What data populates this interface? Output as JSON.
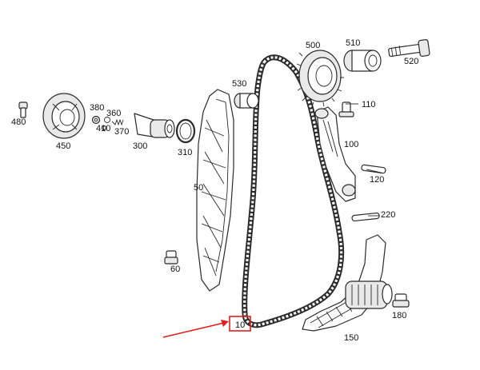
{
  "labels": {
    "p10": "10",
    "p50": "50",
    "p60": "60",
    "p100": "100",
    "p110": "110",
    "p120": "120",
    "p150": "150",
    "p180": "180",
    "p220": "220",
    "p300": "300",
    "p310": "310",
    "p360": "360",
    "p370": "370",
    "p380": "380",
    "p410": "410",
    "p450": "450",
    "p480": "480",
    "p500": "500",
    "p510": "510",
    "p520": "520",
    "p530": "530"
  },
  "colors": {
    "highlight": "#e02020",
    "line": "#2a2a2a",
    "shade": "#e9e9e9"
  },
  "highlighted_part": "10"
}
